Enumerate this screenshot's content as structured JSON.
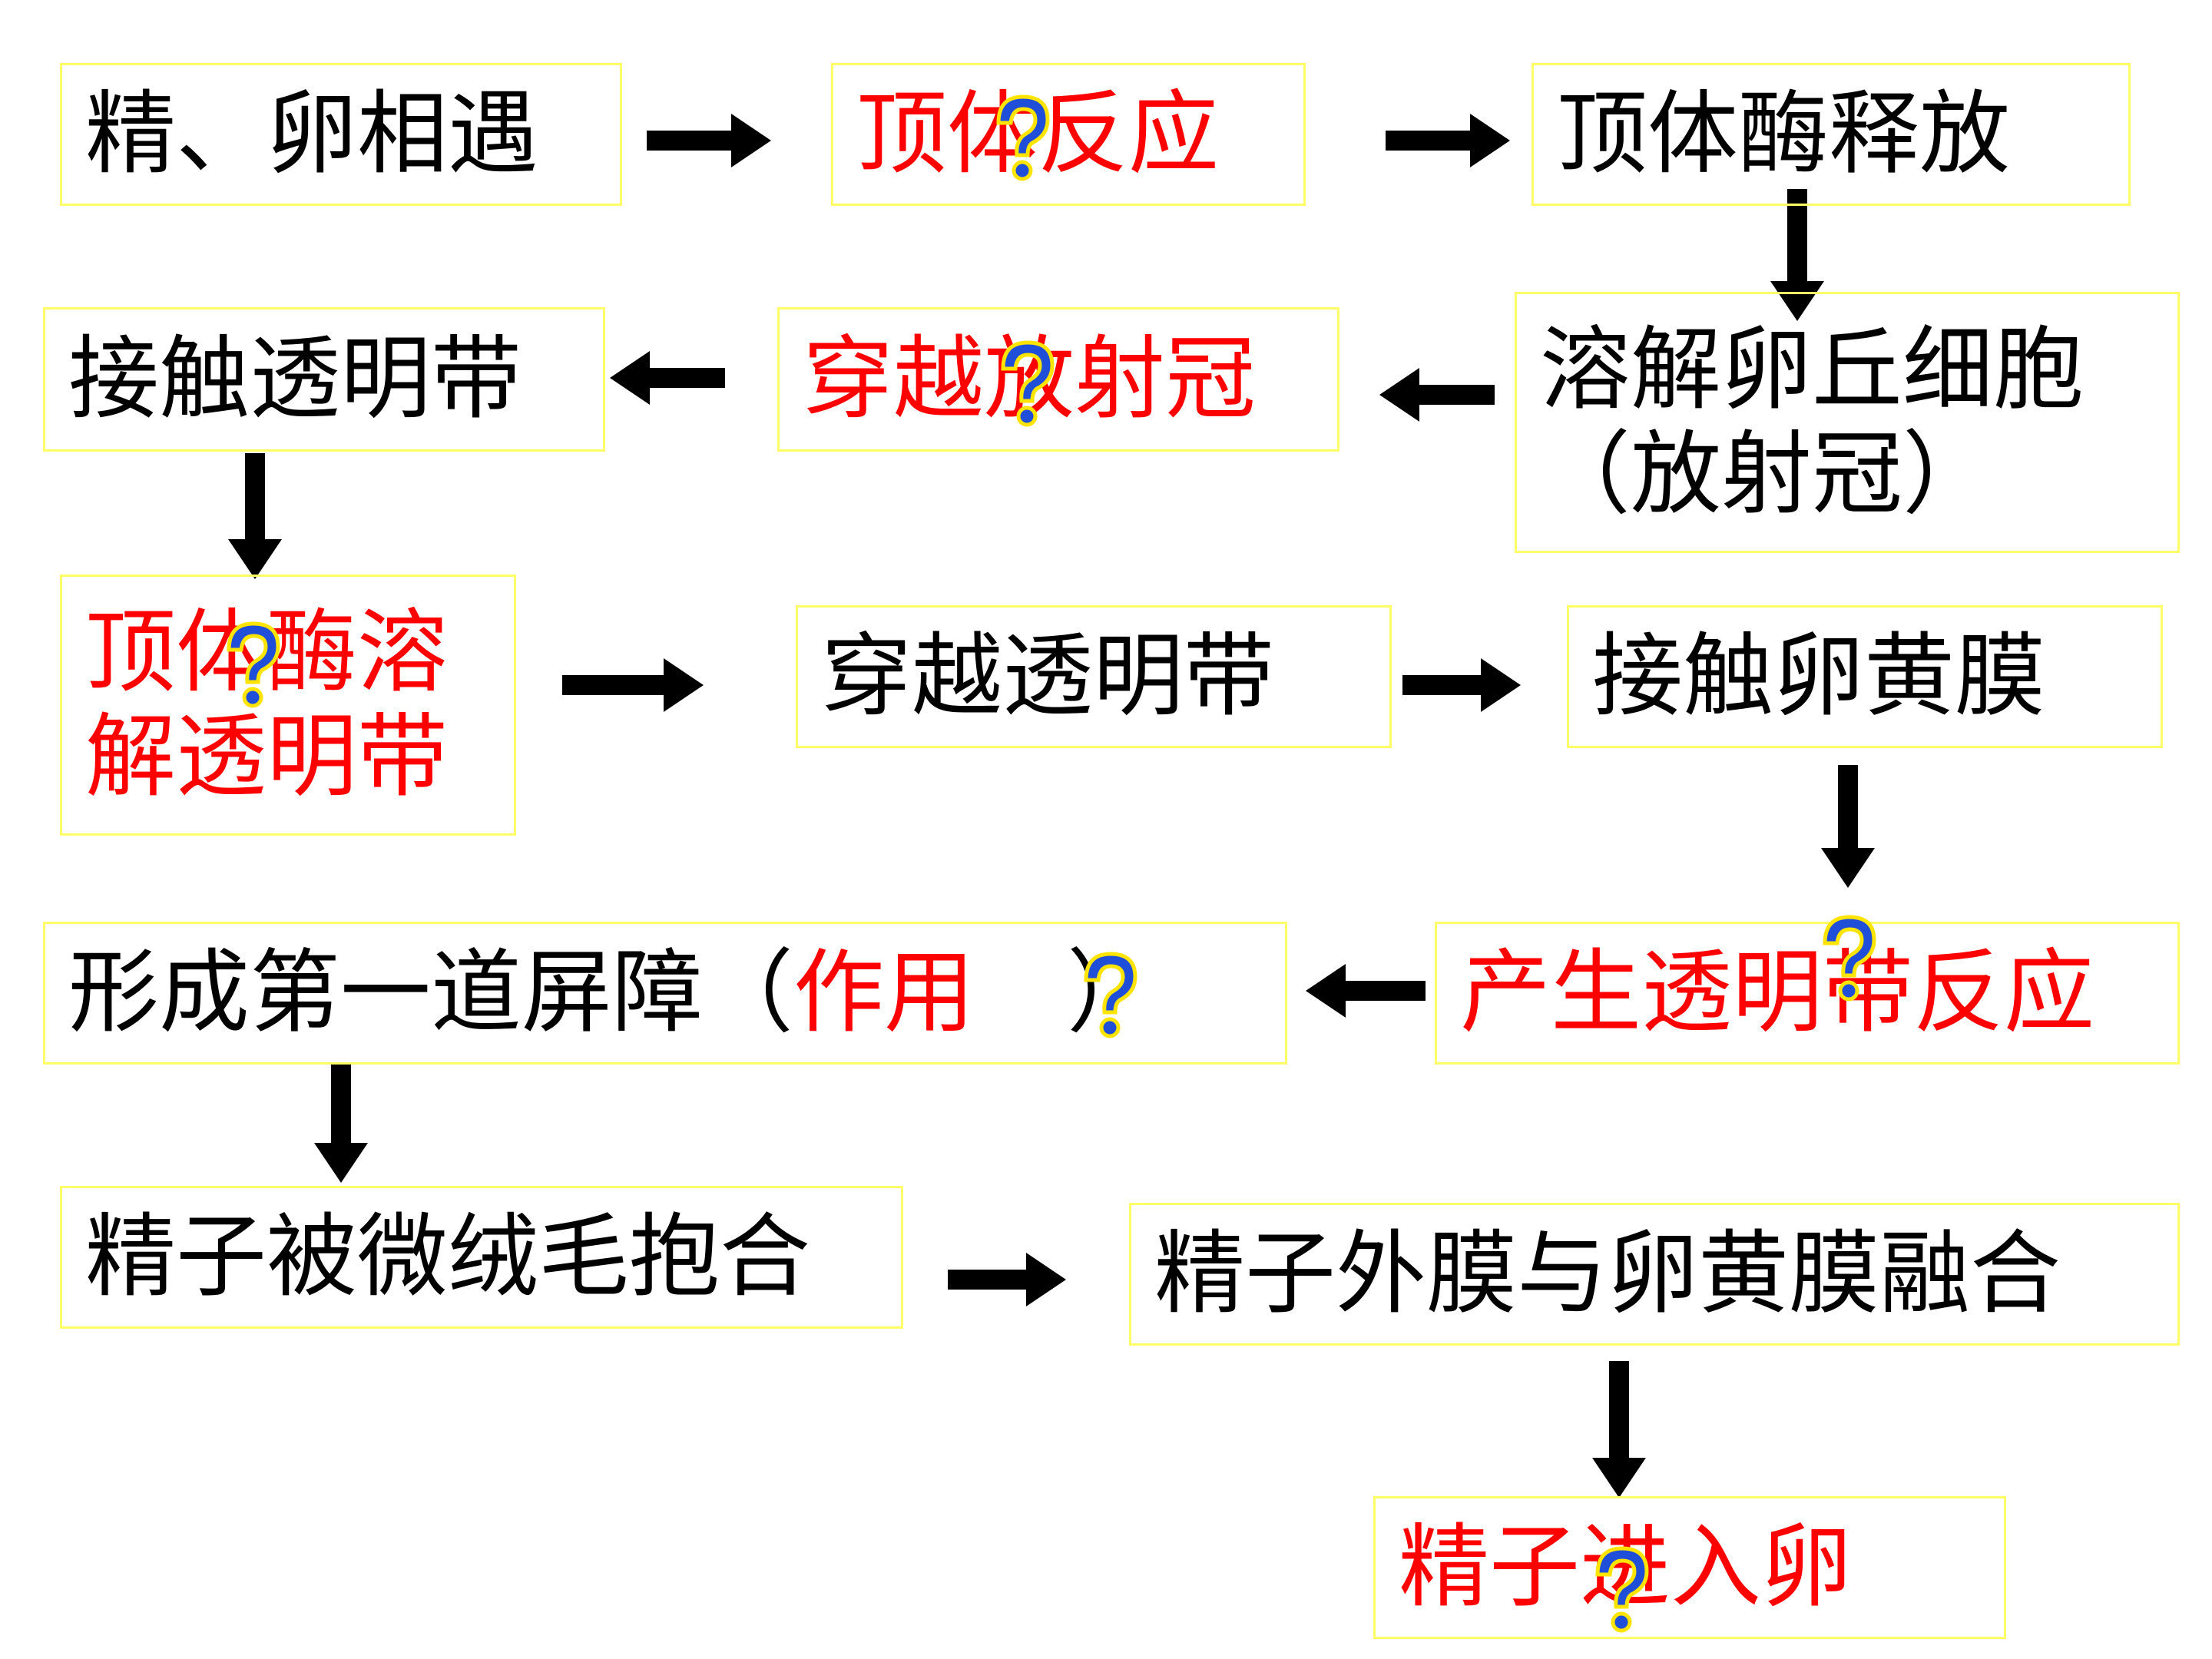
{
  "colors": {
    "box_border": "#ffff66",
    "highlight_text": "#ff0000",
    "normal_text": "#000000",
    "arrow": "#000000",
    "question_fill": "#1f4fd8",
    "question_outline": "#ffe400"
  },
  "icons": {
    "unknown": "question-mark-icon"
  },
  "nodes": {
    "n1": {
      "text": "精、卵相遇"
    },
    "n2": {
      "text": "顶体反应"
    },
    "n3": {
      "text": "顶体酶释放"
    },
    "n4": {
      "line1": "溶解卵丘细胞",
      "line2": "（放射冠）"
    },
    "n5": {
      "text": "穿越放射冠"
    },
    "n6": {
      "text": "接触透明带"
    },
    "n7": {
      "line1": "顶体酶溶",
      "line2": "解透明带"
    },
    "n8": {
      "text": "穿越透明带"
    },
    "n9": {
      "text": "接触卵黄膜"
    },
    "n10": {
      "text": "产生透明带反应"
    },
    "n11": {
      "prefix": "形成第一道屏障（",
      "red": "作用",
      "suffix": "）"
    },
    "n12": {
      "text": "精子被微绒毛抱合"
    },
    "n13": {
      "text": "精子外膜与卵黄膜融合"
    },
    "n14": {
      "text": "精子进入卵"
    }
  }
}
